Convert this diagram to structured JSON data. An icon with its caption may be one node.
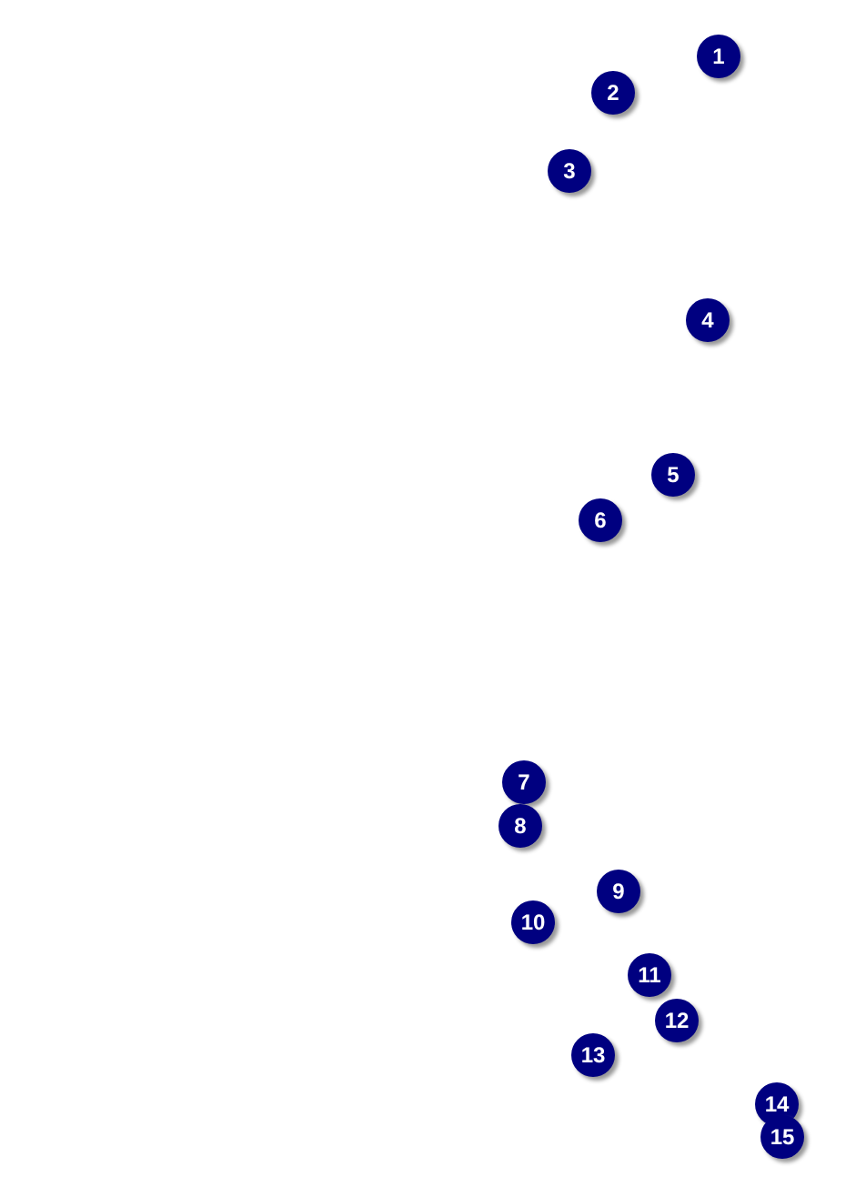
{
  "diagram": {
    "labels": [
      "1",
      "2",
      "3",
      "4",
      "5",
      "6",
      "7",
      "8",
      "9",
      "10",
      "11",
      "12",
      "13",
      "14",
      "15"
    ]
  }
}
